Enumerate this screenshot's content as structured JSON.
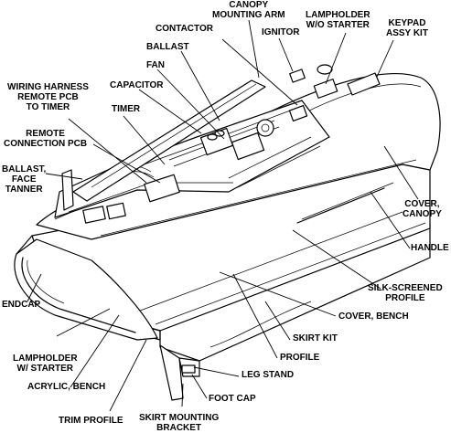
{
  "labels": {
    "canopy_mounting_arm": "CANOPY\nMOUNTING ARM",
    "contactor": "CONTACTOR",
    "ignitor": "IGNITOR",
    "lampholder_wo_starter": "LAMPHOLDER\nW/O STARTER",
    "keypad_assy_kit": "KEYPAD\nASSY KIT",
    "ballast": "BALLAST",
    "fan": "FAN",
    "capacitor": "CAPACITOR",
    "wiring_harness": "WIRING HARNESS\nREMOTE PCB\nTO TIMER",
    "timer": "TIMER",
    "remote_connection_pcb": "REMOTE\nCONNECTION PCB",
    "ballast_face_tanner": "BALLAST,\nFACE\nTANNER",
    "cover_canopy": "COVER,\nCANOPY",
    "handle": "HANDLE",
    "silk_screened_profile": "SILK-SCREENED\nPROFILE",
    "endcap": "ENDCAP",
    "cover_bench": "COVER, BENCH",
    "skirt_kit": "SKIRT KIT",
    "profile": "PROFILE",
    "lampholder_w_starter": "LAMPHOLDER\nW/ STARTER",
    "leg_stand": "LEG STAND",
    "acrylic_bench": "ACRYLIC, BENCH",
    "foot_cap": "FOOT CAP",
    "trim_profile": "TRIM PROFILE",
    "skirt_mounting_bracket": "SKIRT MOUNTING\nBRACKET"
  }
}
